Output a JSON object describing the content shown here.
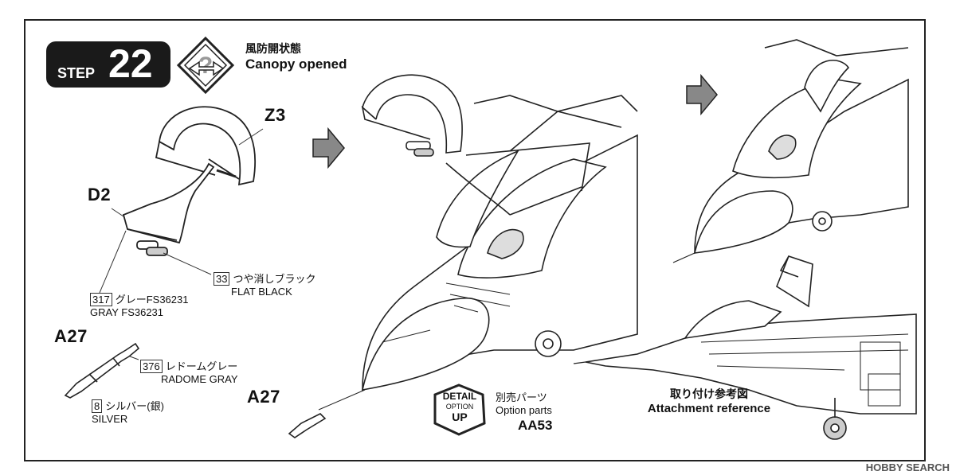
{
  "step": {
    "prefix": "STEP",
    "number": "22"
  },
  "heading": {
    "jp": "風防開状態",
    "en": "Canopy opened"
  },
  "parts": {
    "z3": "Z3",
    "d2": "D2",
    "a27_left": "A27",
    "a27_center": "A27"
  },
  "paints": [
    {
      "code": "33",
      "jp": "つや消しブラック",
      "en": "FLAT BLACK"
    },
    {
      "code": "317",
      "jp": "グレーFS36231",
      "en": "GRAY FS36231"
    },
    {
      "code": "376",
      "jp": "レドームグレー",
      "en": "RADOME GRAY"
    },
    {
      "code": "8",
      "jp": "シルバー(銀)",
      "en": "SILVER"
    }
  ],
  "detail_badge": {
    "line1": "DETAIL",
    "line2": "OPTION",
    "line3": "UP"
  },
  "option": {
    "jp": "別売パーツ",
    "en": "Option parts",
    "code": "AA53"
  },
  "attachment": {
    "jp": "取り付け参考図",
    "en": "Attachment reference"
  },
  "watermark": "HOBBY SEARCH"
}
